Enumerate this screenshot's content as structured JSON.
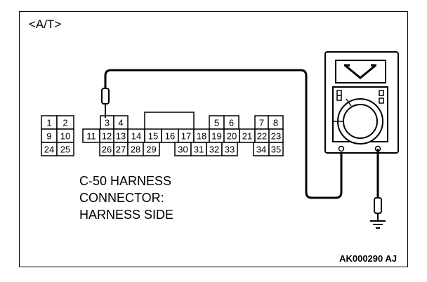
{
  "figure": {
    "variant_label": "<A/T>",
    "caption_lines": [
      "C-50 HARNESS",
      "CONNECTOR:",
      "HARNESS SIDE"
    ],
    "figure_code": "AK000290 AJ",
    "meter_icon": "voltmeter-v-icon",
    "ground_icon": "ground-symbol-icon"
  },
  "connector": {
    "pins": [
      "1",
      "2",
      "3",
      "4",
      "5",
      "6",
      "7",
      "8",
      "9",
      "10",
      "11",
      "12",
      "13",
      "14",
      "15",
      "16",
      "17",
      "18",
      "19",
      "20",
      "21",
      "22",
      "23",
      "24",
      "25",
      "26",
      "27",
      "28",
      "29",
      "30",
      "31",
      "32",
      "33",
      "34",
      "35"
    ],
    "probed_pin": "3"
  }
}
